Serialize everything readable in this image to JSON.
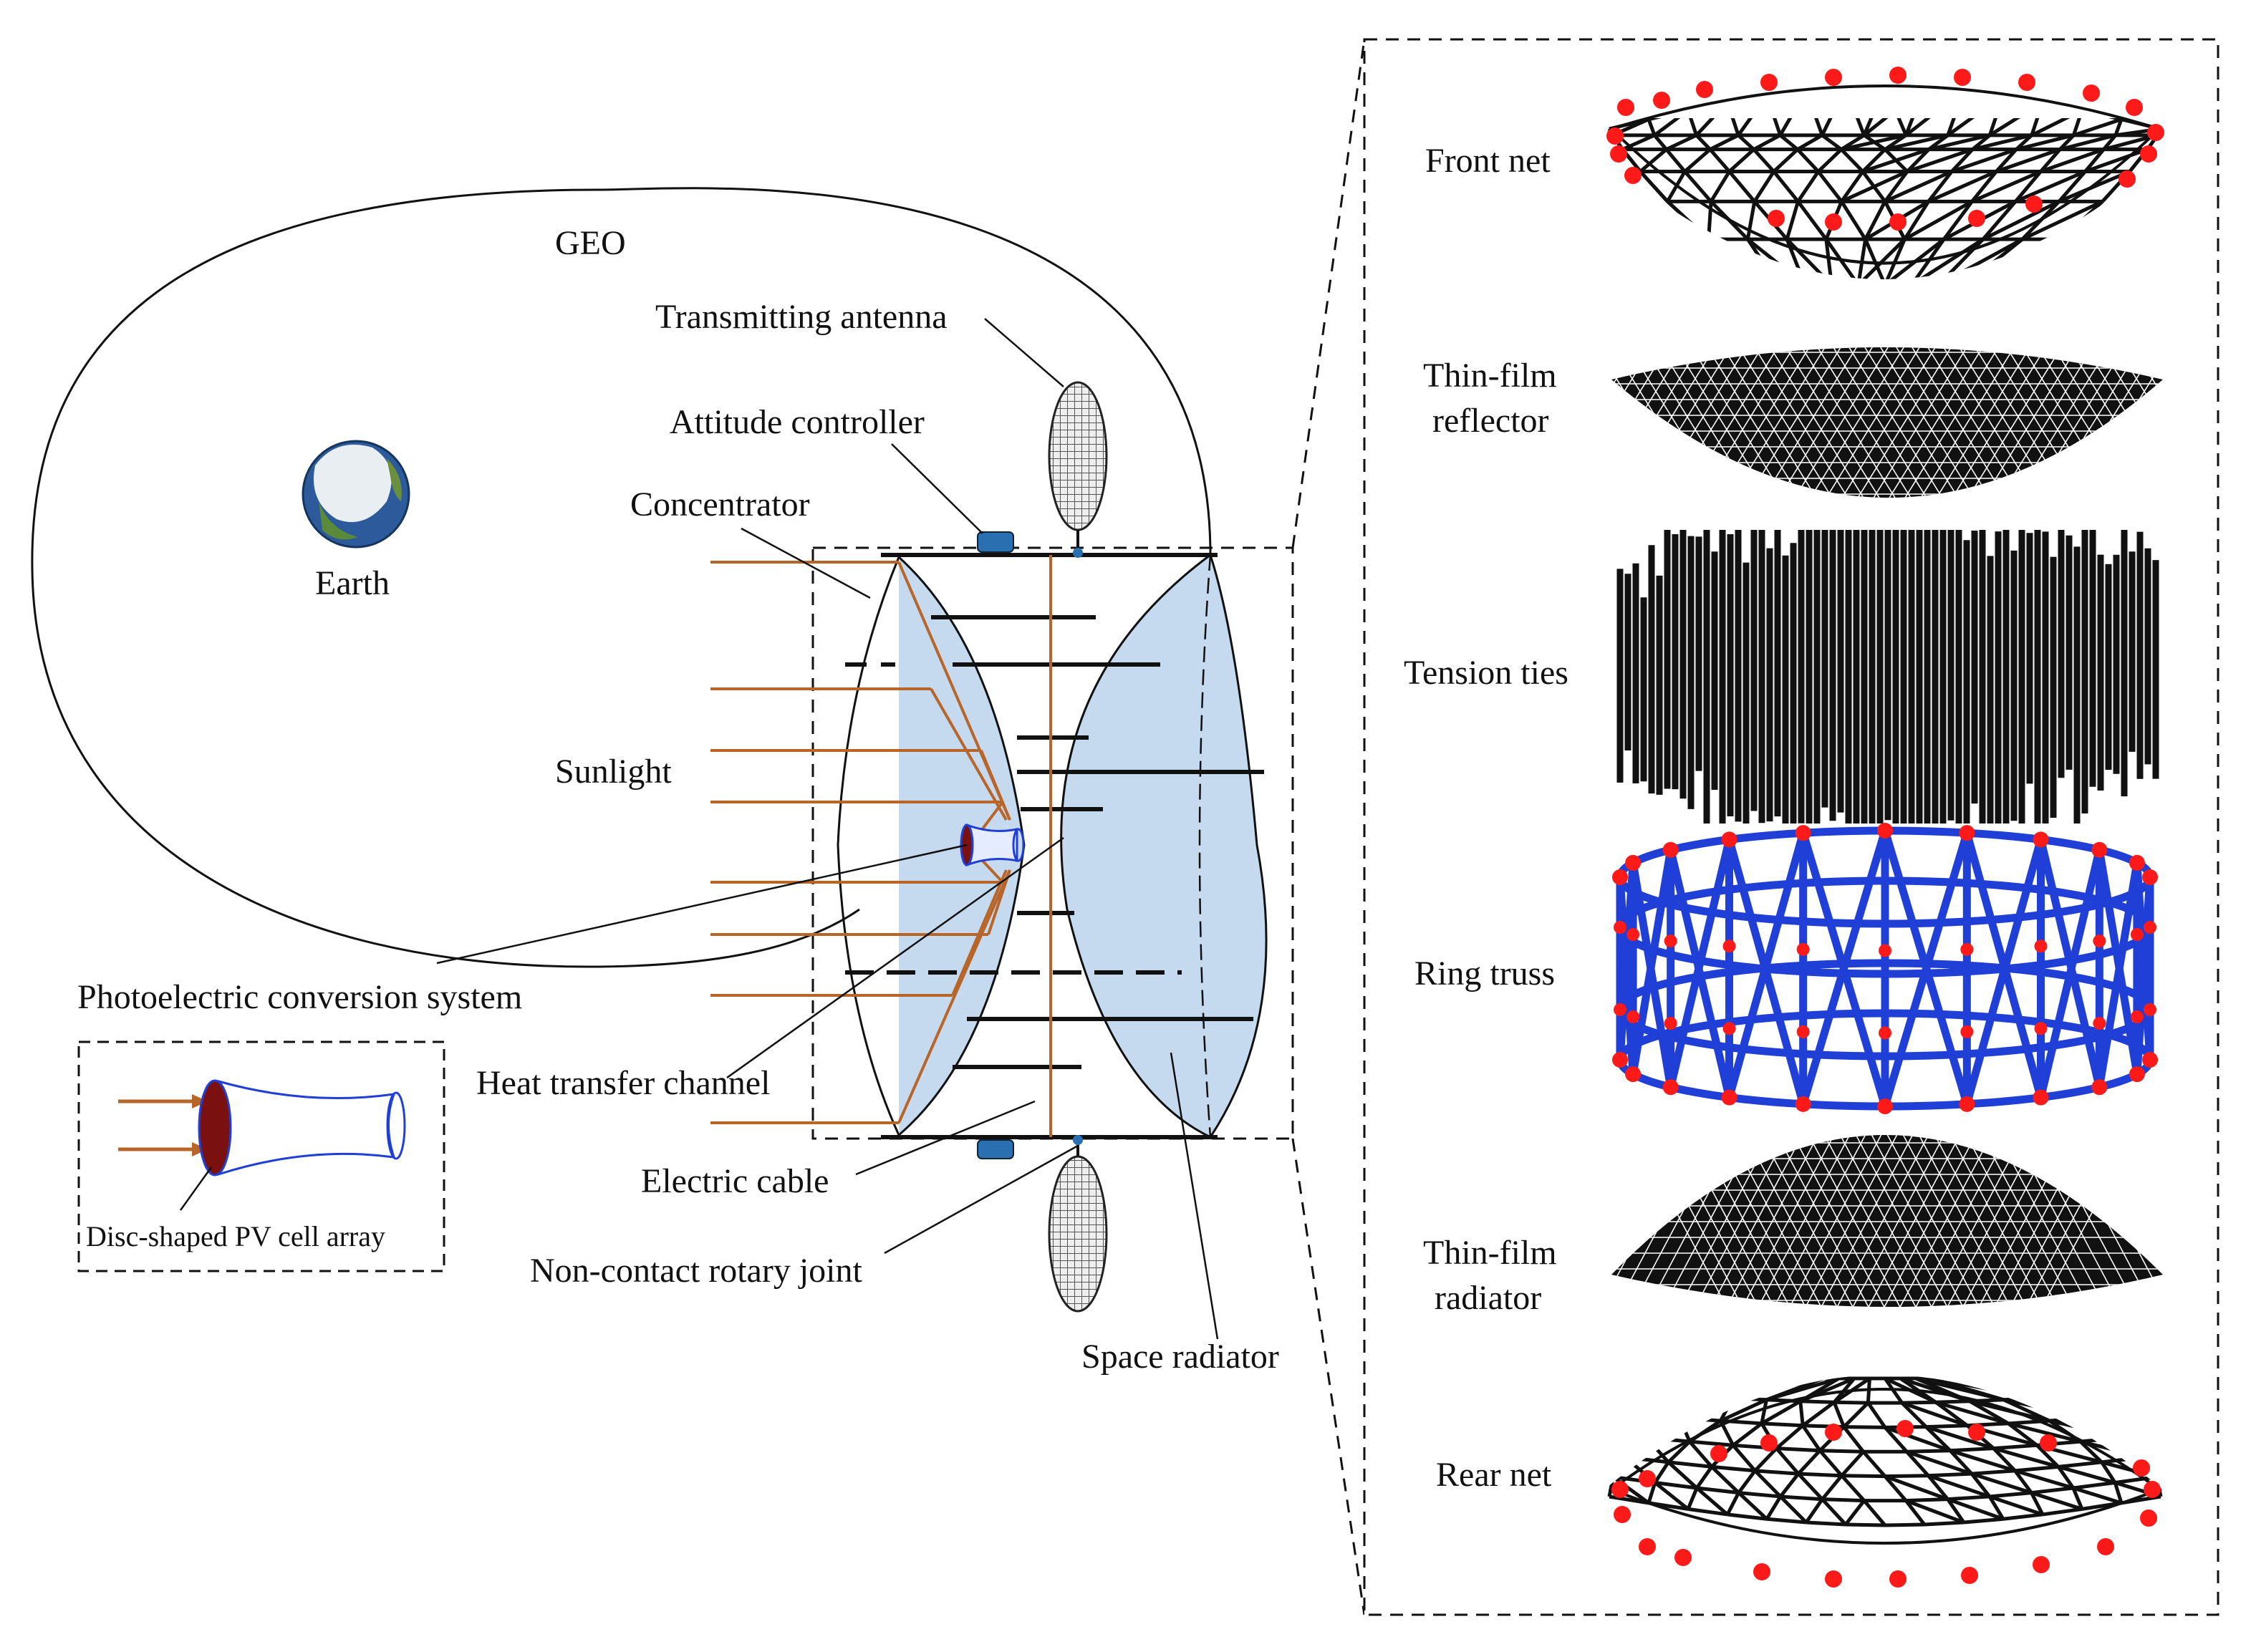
{
  "labels": {
    "geo": "GEO",
    "earth": "Earth",
    "transmitting_antenna": "Transmitting antenna",
    "attitude_controller": "Attitude controller",
    "concentrator": "Concentrator",
    "sunlight": "Sunlight",
    "photoelectric": "Photoelectric conversion system",
    "heat_transfer": "Heat transfer channel",
    "electric_cable": "Electric cable",
    "rotary_joint": "Non-contact rotary joint",
    "space_radiator": "Space radiator",
    "pv_array": "Disc-shaped PV cell array"
  },
  "components": {
    "front_net": "Front net",
    "reflector_line1": "Thin-film",
    "reflector_line2": "reflector",
    "tension_ties": "Tension ties",
    "ring_truss": "Ring truss",
    "radiator_line1": "Thin-film",
    "radiator_line2": "radiator",
    "rear_net": "Rear net"
  },
  "colors": {
    "sunlight": "#b8652a",
    "membrane": "#c5daef",
    "truss": "#1f3fd6",
    "node": "#ff1a1a",
    "pv_cell": "#7a1010",
    "controller": "#2a6fb0"
  }
}
